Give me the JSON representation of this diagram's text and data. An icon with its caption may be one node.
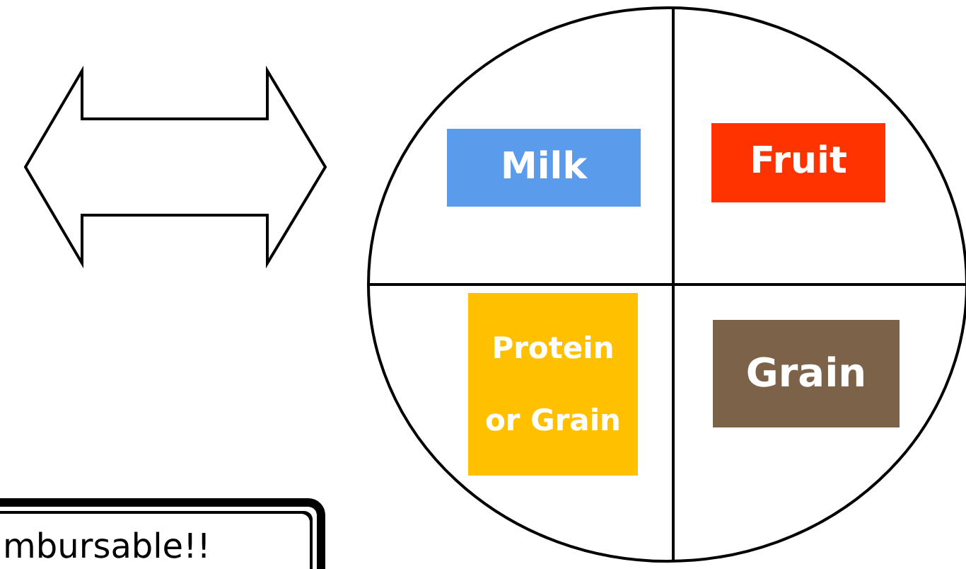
{
  "diagram": {
    "nodes": [
      {
        "text": [],
        "shape": "circle"
      },
      {
        "text": [
          "Milk"
        ],
        "in": 0
      },
      {
        "text": [
          "Fruit"
        ],
        "in": 0
      },
      {
        "text": [
          "Protein or Grain"
        ],
        "in": 0
      },
      {
        "text": [
          "Grain"
        ],
        "in": 0
      },
      {
        "text": [
          "mbursable!!"
        ]
      }
    ]
  }
}
